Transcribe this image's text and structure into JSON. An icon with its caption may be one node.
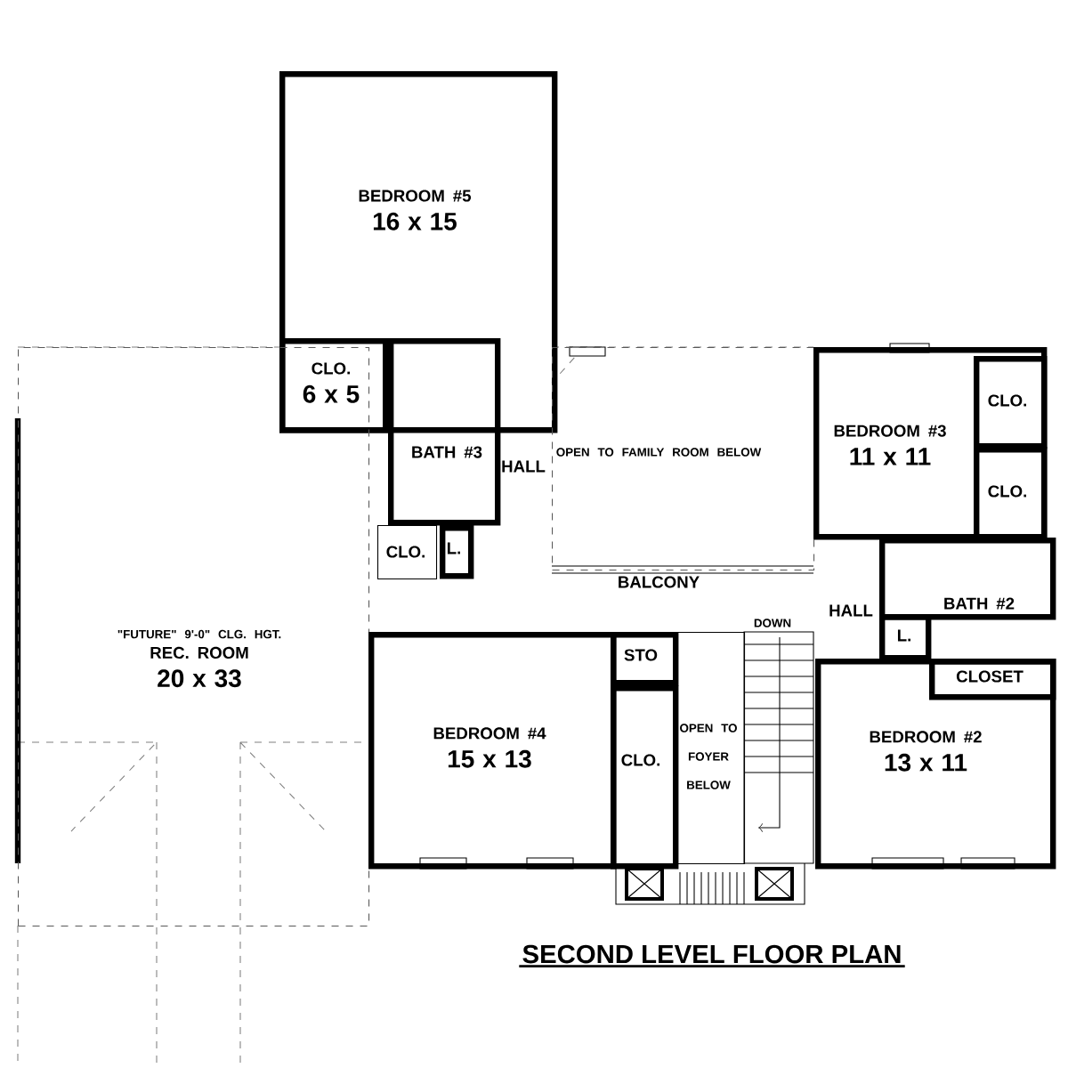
{
  "diagram": {
    "title": "SECOND LEVEL FLOOR PLAN",
    "nodes": [
      {
        "text": [
          "BEDROOM #5",
          "16 x 15"
        ]
      },
      {
        "text": [
          "CLO.",
          "6 x 5"
        ],
        "in": 0
      },
      {
        "text": [
          "BATH #3"
        ]
      },
      {
        "text": [
          "OPEN TO FAMILY ROOM BELOW"
        ]
      },
      {
        "text": [
          "BEDROOM #3",
          "11 x 11"
        ]
      },
      {
        "text": [
          "CLO."
        ],
        "in": 4
      },
      {
        "text": [
          "CLO."
        ],
        "in": 4
      },
      {
        "text": [
          "CLO."
        ]
      },
      {
        "text": [
          "L."
        ]
      },
      {
        "text": [
          "\"FUTURE\" 9'-0\" CLG. HGT.",
          "REC. ROOM",
          "20 x 33"
        ]
      },
      {
        "text": [
          "BATH #2"
        ]
      },
      {
        "text": [
          "L."
        ]
      },
      {
        "text": [
          "BEDROOM #4",
          "15 x 13"
        ]
      },
      {
        "text": [
          "STO"
        ]
      },
      {
        "text": [
          "CLO."
        ]
      },
      {
        "text": [
          "OPEN TO FOYER BELOW"
        ]
      },
      {
        "text": [
          "BEDROOM #2",
          "13 x 11"
        ]
      },
      {
        "text": [
          "CLOSET"
        ],
        "in": 16
      }
    ],
    "labels": [
      "HALL",
      "BALCONY",
      "HALL",
      "DOWN"
    ]
  }
}
